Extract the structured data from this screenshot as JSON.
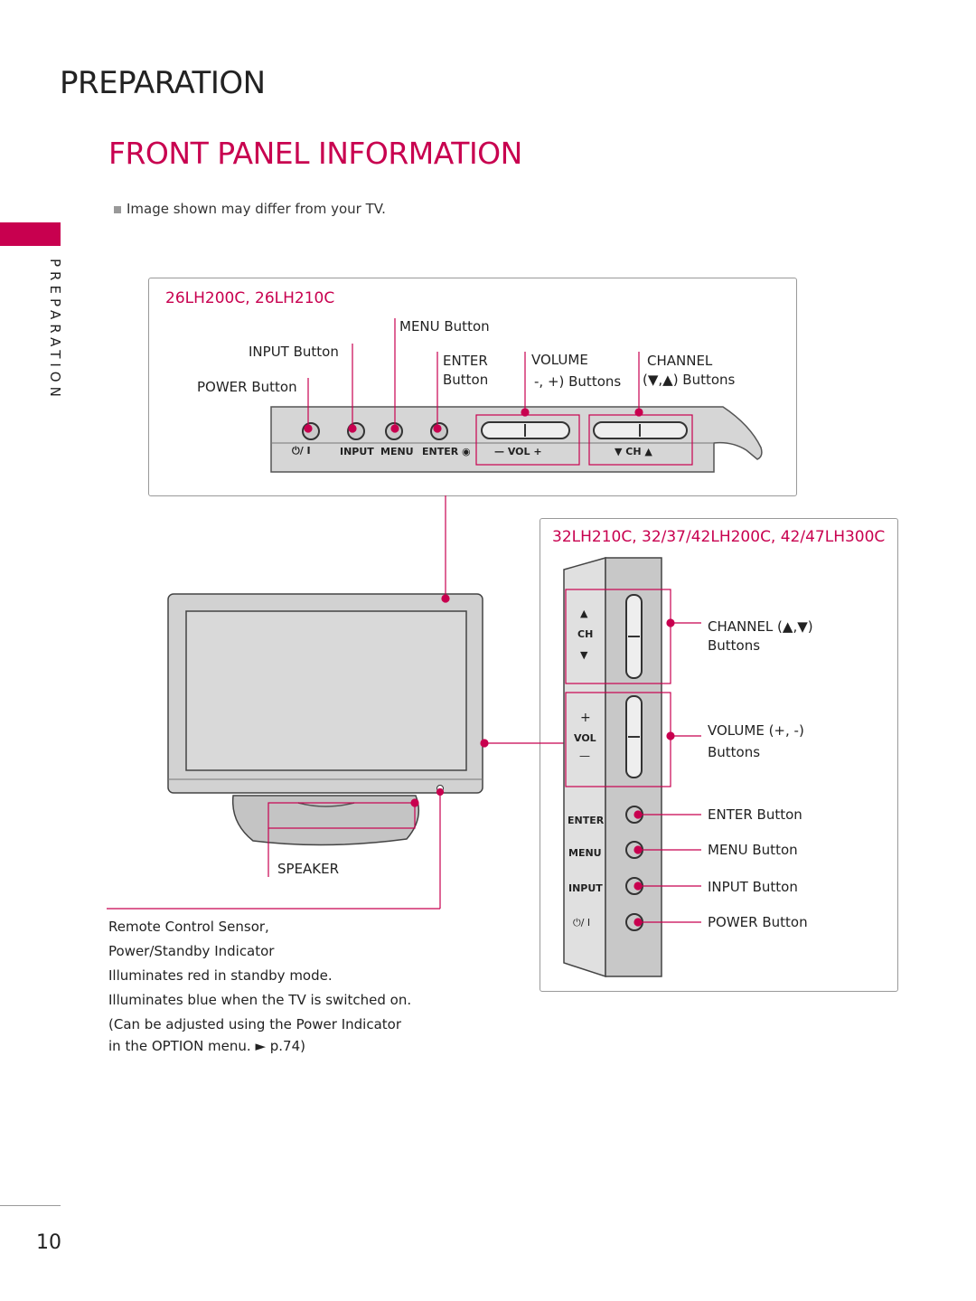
{
  "header": {
    "section_title": "PREPARATION",
    "page_title": "FRONT PANEL INFORMATION",
    "note": "Image shown may differ from your TV.",
    "side_label": "PREPARATION"
  },
  "panel_small": {
    "model": "26LH200C, 26LH210C",
    "labels": {
      "menu": "MENU Button",
      "input": "INPUT Button",
      "power": "POWER Button",
      "enter_title": "ENTER",
      "enter_sub": "Button",
      "volume_title": "VOLUME",
      "volume_sub": "-, +) Buttons",
      "channel_title": "CHANNEL",
      "channel_sub": "(▼,▲) Buttons"
    },
    "strip": {
      "power": "⏻/ I",
      "input": "INPUT",
      "menu": "MENU",
      "enter": "ENTER ◉",
      "vol": "— VOL +",
      "ch": "▼ CH ▲"
    }
  },
  "panel_large": {
    "model": "32LH210C, 32/37/42LH200C, 42/47LH300C",
    "labels": {
      "channel": "CHANNEL (▲,▼)",
      "channel_sub": "Buttons",
      "volume": "VOLUME (+, -)",
      "volume_sub": "Buttons",
      "enter": "ENTER Button",
      "menu": "MENU Button",
      "input": "INPUT Button",
      "power": "POWER Button"
    },
    "strip": {
      "ch_up": "▲",
      "ch": "CH",
      "ch_down": "▼",
      "vol_plus": "+",
      "vol": "VOL",
      "vol_minus": "—",
      "enter": "ENTER",
      "menu": "MENU",
      "input": "INPUT",
      "power": "⏻/ I"
    }
  },
  "tv": {
    "speaker": "SPEAKER",
    "sensor_line1": "Remote Control Sensor,",
    "sensor_line2": "Power/Standby Indicator",
    "illum_red": "Illuminates red in standby mode.",
    "illum_blue": "Illuminates blue when the TV is switched on.",
    "adjust_line1": "(Can be adjusted using the Power Indicator",
    "adjust_line2": "in the OPTION menu. ► p.74)"
  },
  "footer": {
    "page_number": "10"
  },
  "colors": {
    "accent": "#c8004f",
    "panel": "#d6d6d6"
  }
}
